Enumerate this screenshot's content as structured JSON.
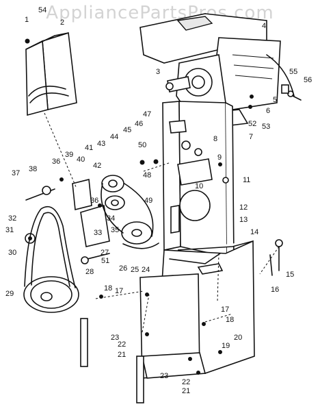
{
  "watermark": "AppliancePartsPros.com",
  "callouts": [
    "1",
    "54",
    "2",
    "3",
    "4",
    "55",
    "56",
    "5",
    "6",
    "52",
    "53",
    "7",
    "47",
    "46",
    "8",
    "45",
    "44",
    "43",
    "50",
    "9",
    "41",
    "39",
    "40",
    "42",
    "48",
    "10",
    "11",
    "36",
    "37",
    "38",
    "36",
    "34",
    "49",
    "12",
    "32",
    "35",
    "13",
    "33",
    "14",
    "31",
    "27",
    "51",
    "30",
    "28",
    "26",
    "25",
    "24",
    "15",
    "16",
    "18",
    "17",
    "29",
    "17",
    "18",
    "23",
    "20",
    "22",
    "21",
    "19",
    "23",
    "22",
    "21"
  ]
}
